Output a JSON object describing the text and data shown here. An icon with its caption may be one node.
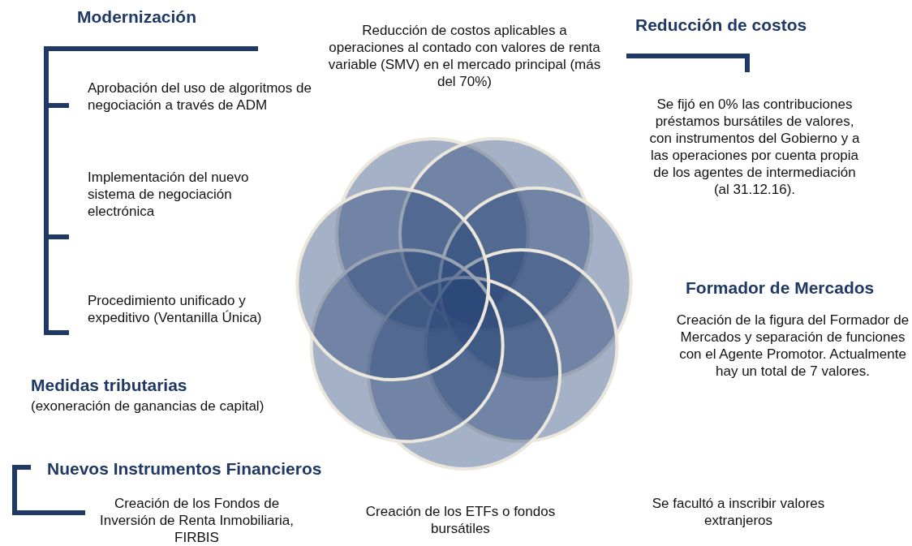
{
  "diagram": {
    "labels": [
      "Modernización",
      "Reducción de costos aplicables a operaciones al contado con valores de renta variable (SMV) en el mercado principal (más del 70%)",
      "Reducción de costos",
      "Aprobación del uso de algoritmos de negociación a través de ADM",
      "Se fijó en 0% las contribuciones préstamos bursátiles de valores, con instrumentos del Gobierno y a las operaciones por cuenta propia de los agentes de intermediación (al 31.12.16).",
      "Implementación del nuevo sistema de negociación electrónica",
      "Formador de Mercados",
      "Procedimiento unificado y expeditivo (Ventanilla Única)",
      "Creación de la figura del Formador de Mercados y separación de funciones con el Agente Promotor. Actualmente hay un total de 7 valores.",
      "Medidas tributarias",
      "(exoneración de ganancias de capital)",
      "Nuevos Instrumentos Financieros",
      "Creación de los Fondos de Inversión de Renta Inmobiliaria, FIRBIS",
      "Creación de los ETFs o fondos bursátiles",
      "Se facultó a inscribir valores extranjeros"
    ]
  }
}
